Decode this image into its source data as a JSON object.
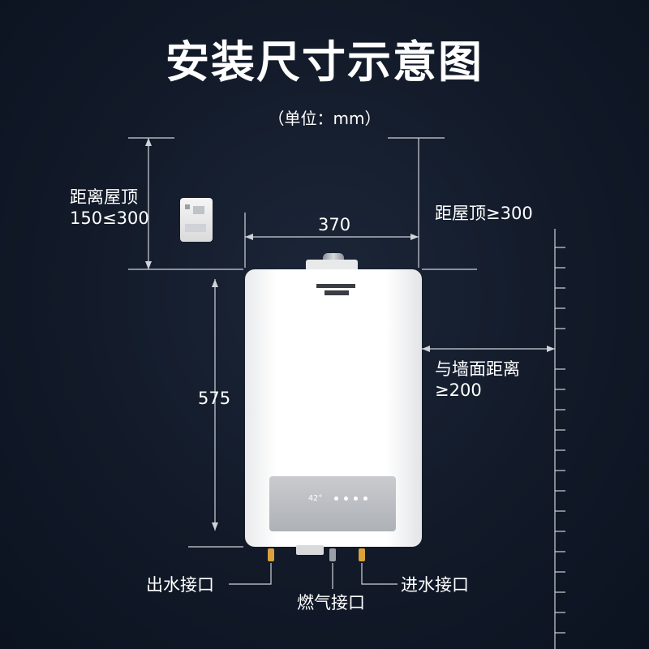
{
  "title": "安装尺寸示意图",
  "unit_note": "（单位：mm）",
  "labels": {
    "ceiling_distance_line1": "距离屋顶",
    "ceiling_distance_line2": "150≤300",
    "width_value": "370",
    "right_ceiling_distance": "距屋顶≥300",
    "height_value": "575",
    "wall_distance_line1": "与墙面距离",
    "wall_distance_line2": "≥200",
    "water_outlet": "出水接口",
    "gas_inlet": "燃气接口",
    "water_inlet": "进水接口"
  },
  "panel_display": "42°",
  "colors": {
    "background": "#121a29",
    "line": "#cfd3da",
    "text": "#ffffff",
    "fitting_brass": "#d9a23a",
    "fitting_steel": "#9aa0a8"
  }
}
